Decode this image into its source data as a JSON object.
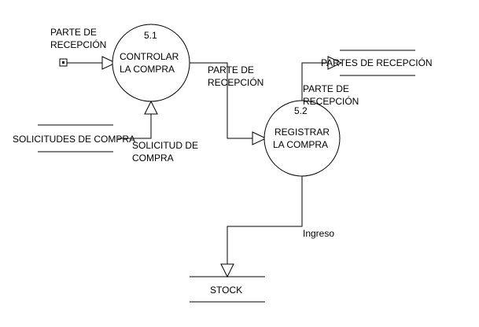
{
  "colors": {
    "stroke": "#000000",
    "background": "#ffffff"
  },
  "processes": {
    "p51": {
      "number": "5.1",
      "line1": "CONTROLAR",
      "line2": "LA COMPRA"
    },
    "p52": {
      "number": "5.2",
      "line1": "REGISTRAR",
      "line2": "LA COMPRA"
    }
  },
  "stores": {
    "solicitudes": "SOLICITUDES DE COMPRA",
    "partes": "PARTES DE RECEPCIÓN",
    "stock": "STOCK"
  },
  "flows": {
    "in_parte_line1": "PARTE DE",
    "in_parte_line2": "RECEPCIÓN",
    "mid_parte_line1": "PARTE DE",
    "mid_parte_line2": "RECEPCIÓN",
    "out_parte_line1": "PARTE DE",
    "out_parte_line2": "RECEPCIÓN",
    "solicitud_line1": "SOLICITUD DE",
    "solicitud_line2": "COMPRA",
    "ingreso": "Ingreso"
  }
}
